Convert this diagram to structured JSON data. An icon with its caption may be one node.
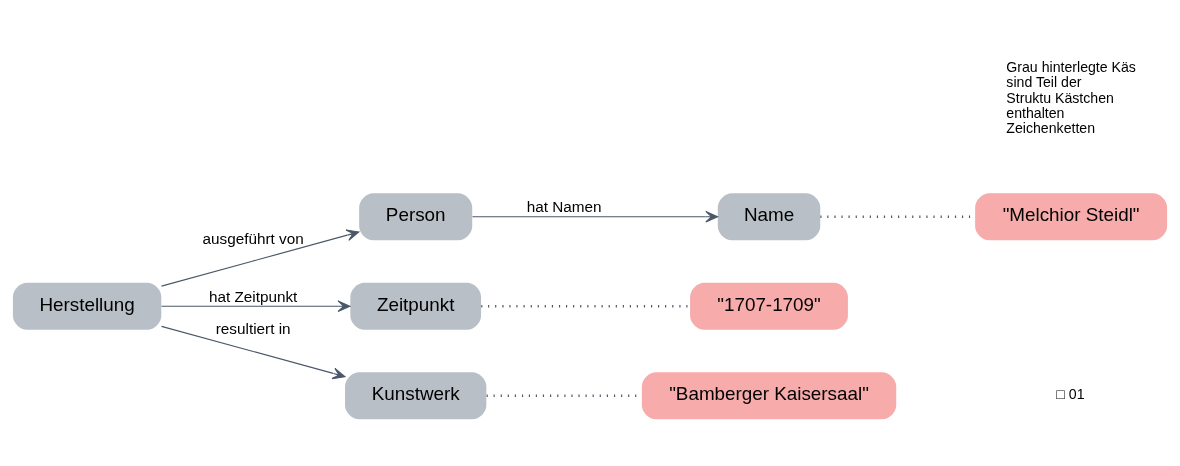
{
  "diagram": {
    "nodes": [
      {
        "text": [
          "Person"
        ]
      },
      {
        "text": [
          "Name"
        ]
      },
      {
        "text": [
          "\"Melchior Steidl\""
        ]
      },
      {
        "text": [
          "Herstellung"
        ]
      },
      {
        "text": [
          "Zeitpunkt"
        ]
      },
      {
        "text": [
          "\"1707-1709\""
        ]
      },
      {
        "text": [
          "Kunstwerk"
        ]
      },
      {
        "text": [
          "\"Bamberger Kaisersaal\""
        ]
      }
    ],
    "edges": [
      {
        "from": 3,
        "to": 0,
        "arrow": "to",
        "label": "ausgeführt von"
      },
      {
        "from": 0,
        "to": 1,
        "arrow": "to",
        "label": "hat Namen"
      },
      {
        "from": 1,
        "to": 2,
        "arrow": "none",
        "style": "dashed"
      },
      {
        "from": 3,
        "to": 4,
        "arrow": "to",
        "label": "hat Zeitpunkt"
      },
      {
        "from": 4,
        "to": 5,
        "arrow": "none",
        "style": "dashed"
      },
      {
        "from": 3,
        "to": 6,
        "arrow": "to",
        "label": "resultiert in"
      },
      {
        "from": 6,
        "to": 7,
        "arrow": "none",
        "style": "dashed"
      }
    ],
    "labels": [
      "□ 01",
      "Grau hinterlegte Käs sind Teil der Struktu Kästchen enthalten Zeichenketten"
    ]
  }
}
